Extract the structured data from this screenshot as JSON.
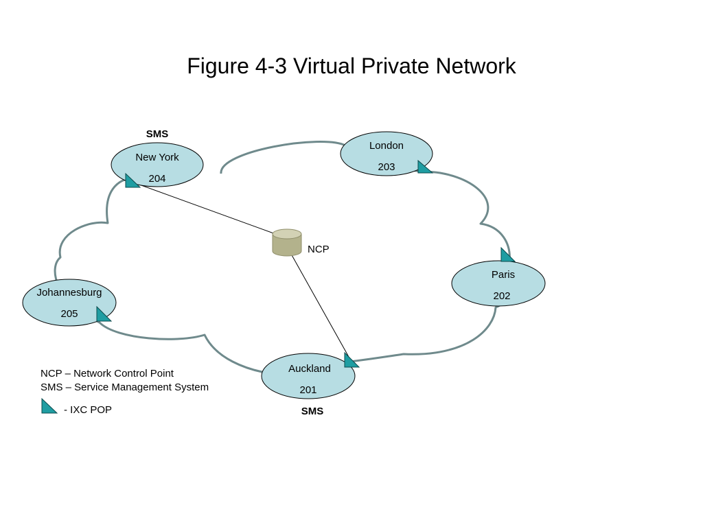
{
  "title": "Figure 4-3 Virtual Private Network",
  "nodes": {
    "new_york": {
      "name": "New York",
      "number": "204"
    },
    "london": {
      "name": "London",
      "number": "203"
    },
    "paris": {
      "name": "Paris",
      "number": "202"
    },
    "johannesburg": {
      "name": "Johannesburg",
      "number": "205"
    },
    "auckland": {
      "name": "Auckland",
      "number": "201"
    }
  },
  "sms_labels": {
    "top": "SMS",
    "bottom": "SMS"
  },
  "ncp_label": "NCP",
  "legend": {
    "ncp": "NCP – Network Control Point",
    "sms": "SMS – Service Management System",
    "ixc_pop": "- IXC POP"
  },
  "colors": {
    "node_fill": "#b7dde3",
    "cloud_stroke": "#6f8a8c",
    "pop_fill": "#1f9da2",
    "db_fill": "#c3c29f"
  }
}
